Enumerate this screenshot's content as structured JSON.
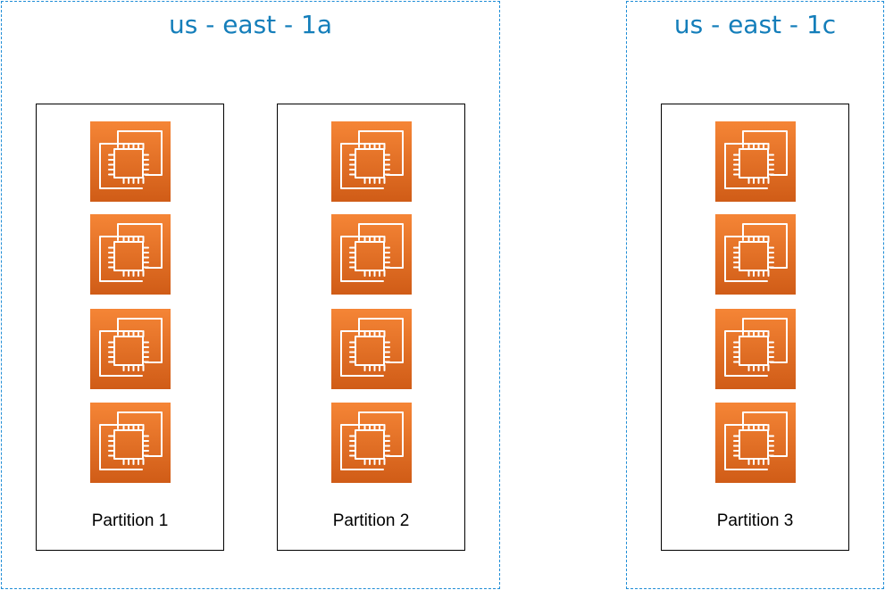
{
  "groups": [
    {
      "label": "us - east - 1a",
      "partitions": [
        {
          "label": "Partition 1",
          "instances": [
            "ec2-instance-icon",
            "ec2-instance-icon",
            "ec2-instance-icon",
            "ec2-instance-icon"
          ]
        },
        {
          "label": "Partition 2",
          "instances": [
            "ec2-instance-icon",
            "ec2-instance-icon",
            "ec2-instance-icon",
            "ec2-instance-icon"
          ]
        }
      ]
    },
    {
      "label": "us - east - 1c",
      "partitions": [
        {
          "label": "Partition 3",
          "instances": [
            "ec2-instance-icon",
            "ec2-instance-icon",
            "ec2-instance-icon",
            "ec2-instance-icon"
          ]
        }
      ]
    }
  ],
  "colors": {
    "zone_border": "#1f8dd6",
    "zone_title": "#147eba",
    "instance_top": "#f58536",
    "instance_bottom": "#d05c17",
    "partition_border": "#000000"
  }
}
